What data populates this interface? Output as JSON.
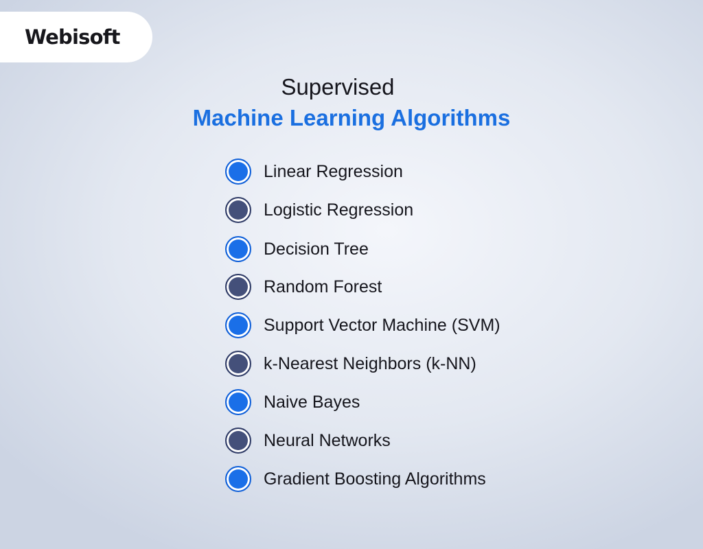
{
  "brand": {
    "logo_text": "Webisoft"
  },
  "title": {
    "line1": "Supervised",
    "line2": "Machine Learning Algorithms"
  },
  "colors": {
    "accent_blue": "#1a6fe0",
    "bullet_blue": "#1a6fe8",
    "bullet_navy": "#44507a",
    "text_dark": "#15151c"
  },
  "algorithms": [
    {
      "label": "Linear Regression",
      "bullet": "blue"
    },
    {
      "label": "Logistic Regression",
      "bullet": "navy"
    },
    {
      "label": "Decision Tree",
      "bullet": "blue"
    },
    {
      "label": "Random Forest",
      "bullet": "navy"
    },
    {
      "label": "Support Vector Machine (SVM)",
      "bullet": "blue"
    },
    {
      "label": "k-Nearest Neighbors (k-NN)",
      "bullet": "navy"
    },
    {
      "label": "Naive Bayes",
      "bullet": "blue"
    },
    {
      "label": "Neural Networks",
      "bullet": "navy"
    },
    {
      "label": "Gradient Boosting Algorithms",
      "bullet": "blue"
    }
  ]
}
